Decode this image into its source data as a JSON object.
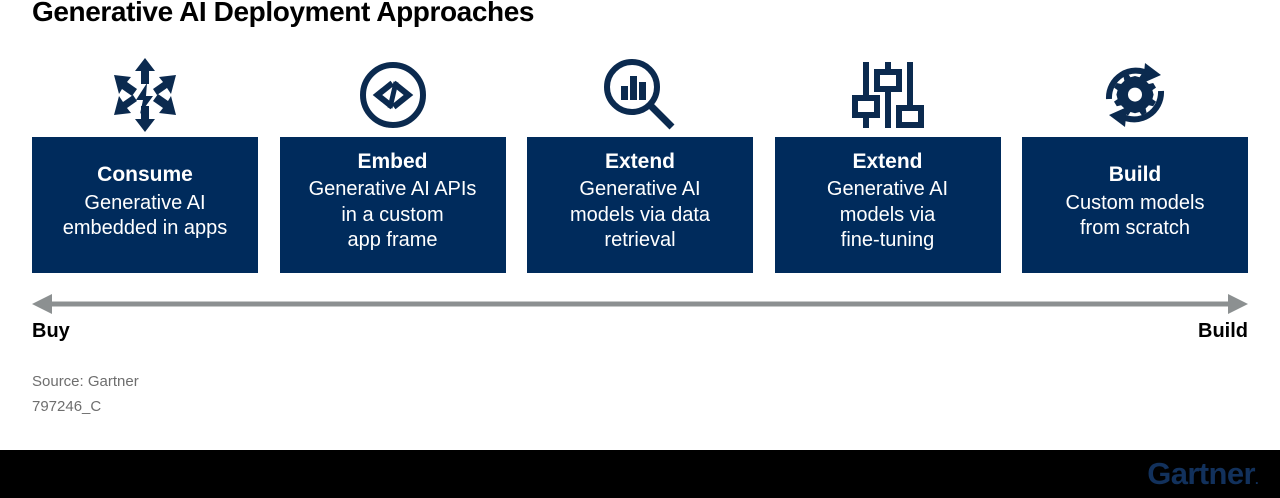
{
  "title": "Generative AI Deployment Approaches",
  "theme": {
    "card_bg": "#002B5C",
    "card_text": "#FFFFFF",
    "icon_color": "#0B2A4F",
    "arrow_color": "#8C9091",
    "source_text": "#6E6E6E",
    "footer_bg": "#000000",
    "logo_color": "#12315C",
    "page_bg": "#FFFFFF"
  },
  "columns": [
    {
      "icon": "expand-arrows-lightning-icon",
      "title": "Consume",
      "description": "Generative AI\nembedded in apps",
      "desc_line1": "Generative AI",
      "desc_line2": "embedded in apps",
      "desc_line3": ""
    },
    {
      "icon": "code-brackets-circle-icon",
      "title": "Embed",
      "description": "Generative AI APIs\nin a custom\napp frame",
      "desc_line1": "Generative AI APIs",
      "desc_line2": "in a custom",
      "desc_line3": "app frame"
    },
    {
      "icon": "magnifier-bar-chart-icon",
      "title": "Extend",
      "description": "Generative AI\nmodels via data\nretrieval",
      "desc_line1": "Generative AI",
      "desc_line2": "models via data",
      "desc_line3": "retrieval"
    },
    {
      "icon": "sliders-icon",
      "title": "Extend",
      "description": "Generative AI\nmodels via\nfine-tuning",
      "desc_line1": "Generative AI",
      "desc_line2": "models via",
      "desc_line3": "fine-tuning"
    },
    {
      "icon": "gear-refresh-cycle-icon",
      "title": "Build",
      "description": "Custom models\nfrom scratch",
      "desc_line1": "Custom models",
      "desc_line2": "from scratch",
      "desc_line3": ""
    }
  ],
  "spectrum": {
    "left_label": "Buy",
    "right_label": "Build",
    "direction": "double-headed-arrow"
  },
  "source": {
    "line1": "Source: Gartner",
    "line2": "797246_C"
  },
  "footer": {
    "logo_text": "Gartner",
    "logo_mark": "."
  }
}
